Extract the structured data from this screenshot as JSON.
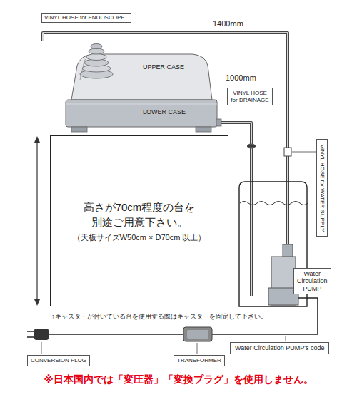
{
  "diagram": {
    "nodes": [
      {
        "text": [
          "VINYL HOSE for ENDOSCOPE"
        ]
      },
      {
        "text": [
          "VINYL HOSE for DRAINAGE"
        ]
      },
      {
        "text": [
          "VINYL HOSE for WATER SUPPLY"
        ]
      },
      {
        "text": [
          "高さが70cm程度の台を 別途ご用意下さい。",
          "（天板サイズW50cm × D70cm 以上）"
        ]
      },
      {
        "text": [
          "Water Circulation PUMP"
        ]
      },
      {
        "text": [
          "Water Circulation PUMP's code"
        ]
      },
      {
        "text": [
          "CONVERSION PLUG"
        ]
      },
      {
        "text": [
          "TRANSFORMER"
        ]
      }
    ],
    "labels": [
      "1400mm",
      "UPPER CASE",
      "1000mm",
      "LOWER CASE",
      "↑キャスターが付いている台を使用する際はキャスターを固定して下さい。",
      "※日本国内では「変圧器」「変換プラグ」を使用しません。"
    ]
  }
}
